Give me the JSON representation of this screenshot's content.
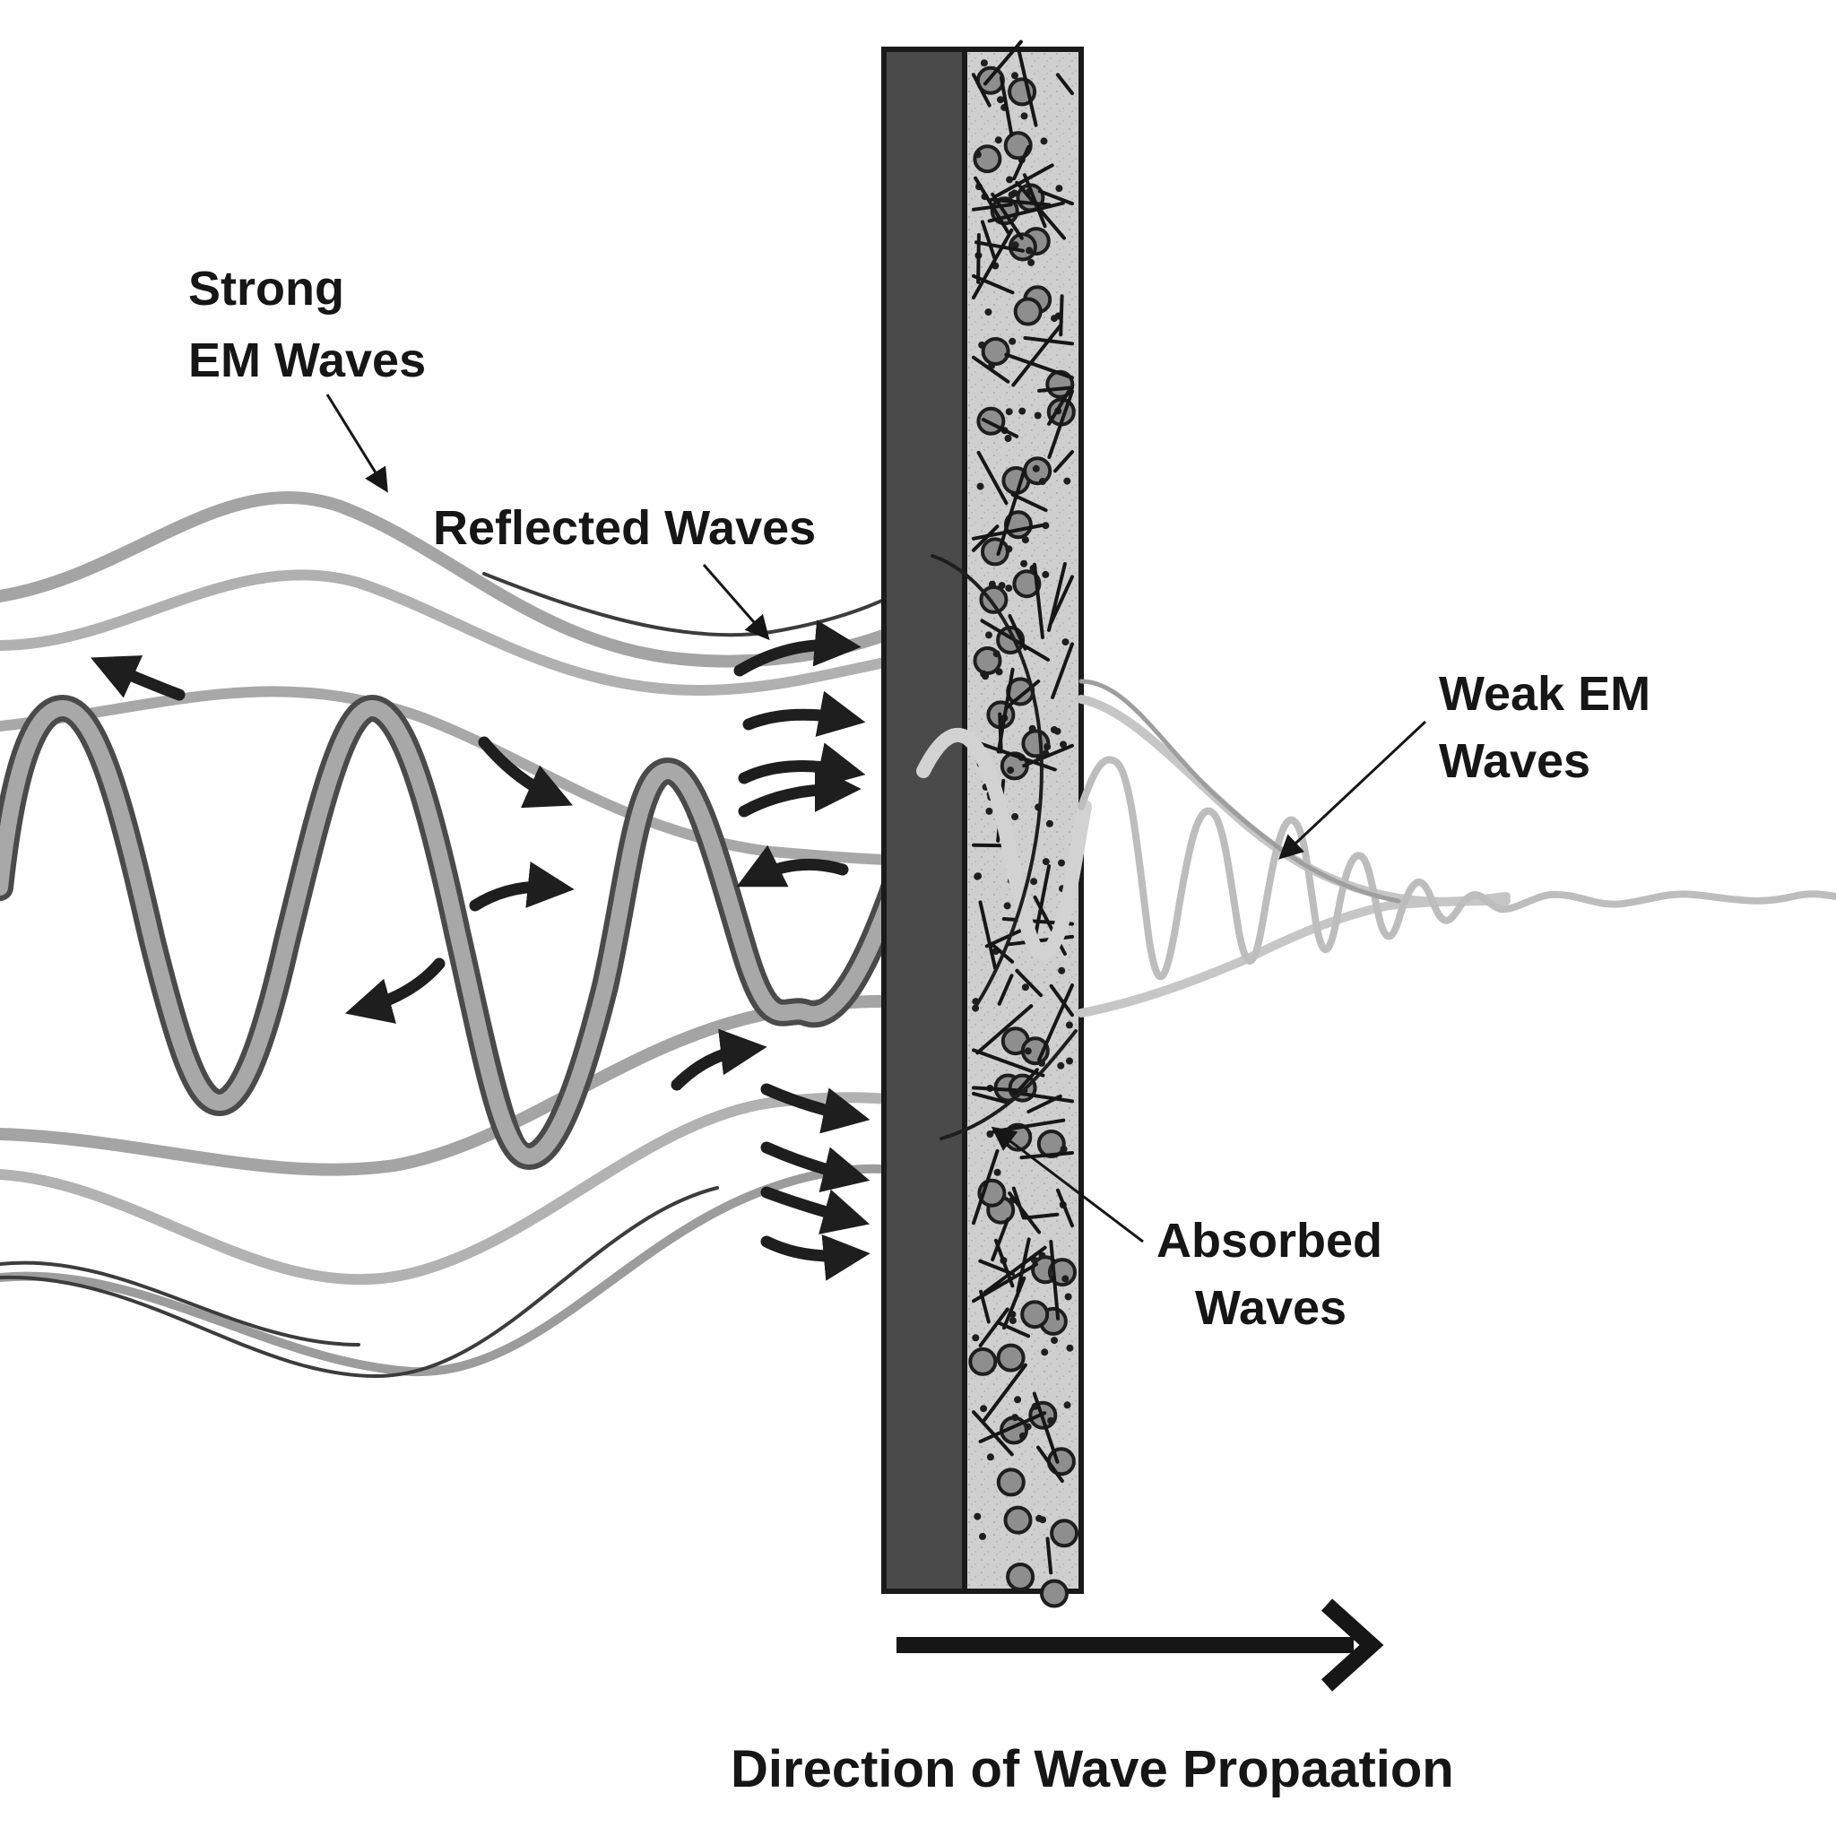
{
  "labels": {
    "strong_line1": "Strong",
    "strong_line2": "EM Waves",
    "reflected": "Reflected Waves",
    "weak_line1": "Weak EM",
    "weak_line2": "Waves",
    "absorbed_line1": "Absorbed",
    "absorbed_line2": "Waves",
    "direction": "Direction of Wave Propaation"
  },
  "colors": {
    "background": "#ffffff",
    "outer_layer": "#4a4a4a",
    "absorber_layer": "#cfcfcf",
    "wave_gray": "#9a9a9a",
    "wave_dark": "#3c3c3c",
    "arrow": "#1e1e1e",
    "text": "#161616"
  }
}
